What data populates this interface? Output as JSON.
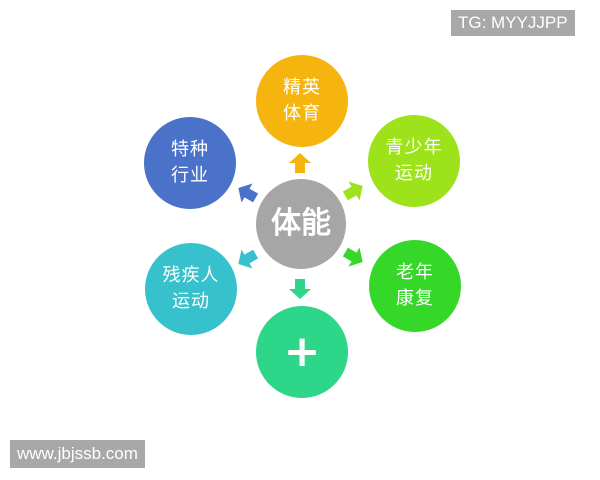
{
  "watermarks": {
    "tg": "TG: MYYJJPP",
    "url": "www.jbjssb.com"
  },
  "diagram": {
    "center": {
      "label": "体能",
      "color": "#a6a6a6"
    },
    "nodes": [
      {
        "id": "top",
        "lines": [
          "精英",
          "体育"
        ],
        "color": "#f5b40e"
      },
      {
        "id": "tr",
        "lines": [
          "青少年",
          "运动"
        ],
        "color": "#9ee21c"
      },
      {
        "id": "br",
        "lines": [
          "老年",
          "康复"
        ],
        "color": "#35d728"
      },
      {
        "id": "bottom",
        "lines": [
          "+"
        ],
        "color": "#2ed68a"
      },
      {
        "id": "bl",
        "lines": [
          "残疾人",
          "运动"
        ],
        "color": "#37c1cc"
      },
      {
        "id": "tl",
        "lines": [
          "特种",
          "行业"
        ],
        "color": "#4a72c8"
      }
    ]
  }
}
